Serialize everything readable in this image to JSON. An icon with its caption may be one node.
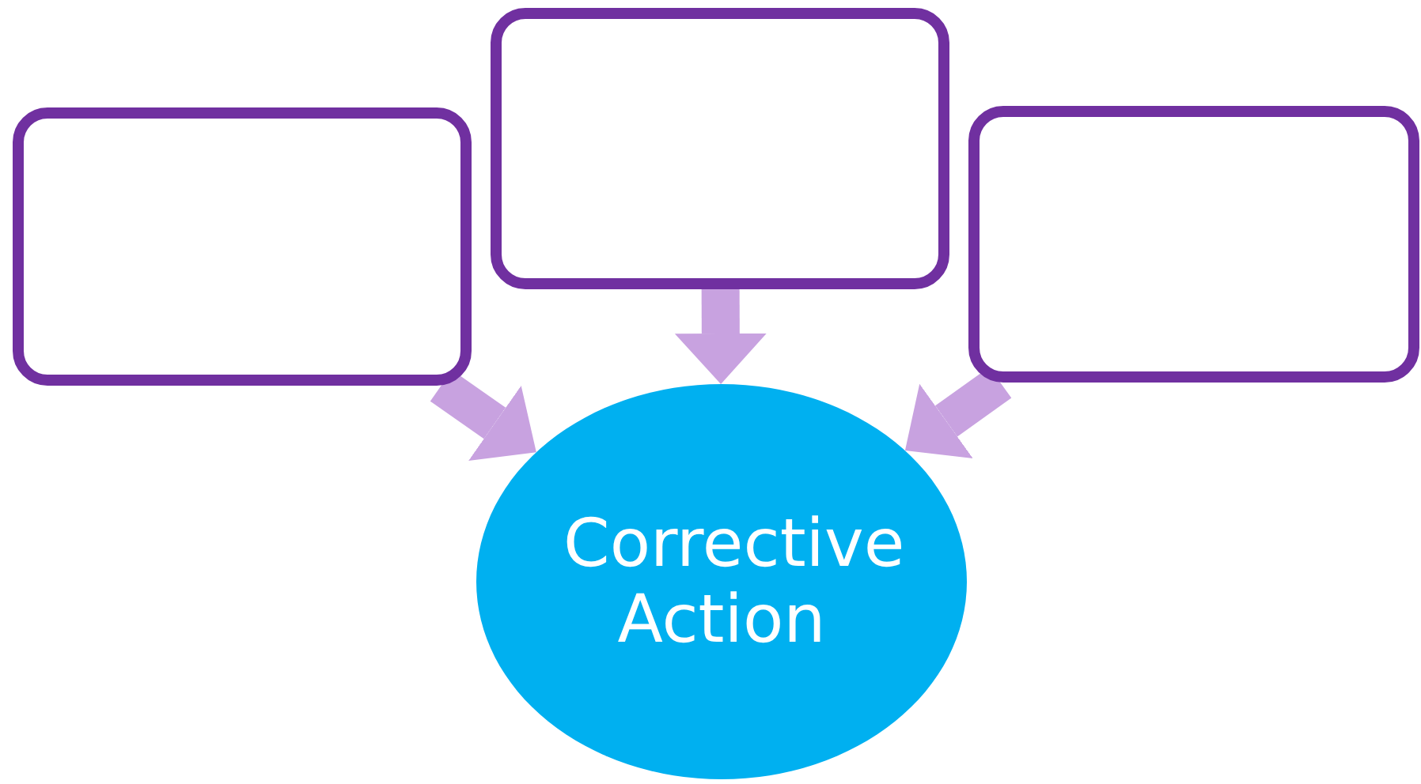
{
  "diagram": {
    "nodes": [
      {
        "text": [],
        "shape": "box"
      },
      {
        "text": [],
        "shape": "box"
      },
      {
        "text": [],
        "shape": "box"
      },
      {
        "text": [
          "Corrective Action"
        ]
      }
    ],
    "edges": [
      {
        "from": 0,
        "to": 3,
        "arrow": "to"
      },
      {
        "from": 1,
        "to": 3,
        "arrow": "to"
      },
      {
        "from": 2,
        "to": 3,
        "arrow": "to"
      }
    ]
  }
}
